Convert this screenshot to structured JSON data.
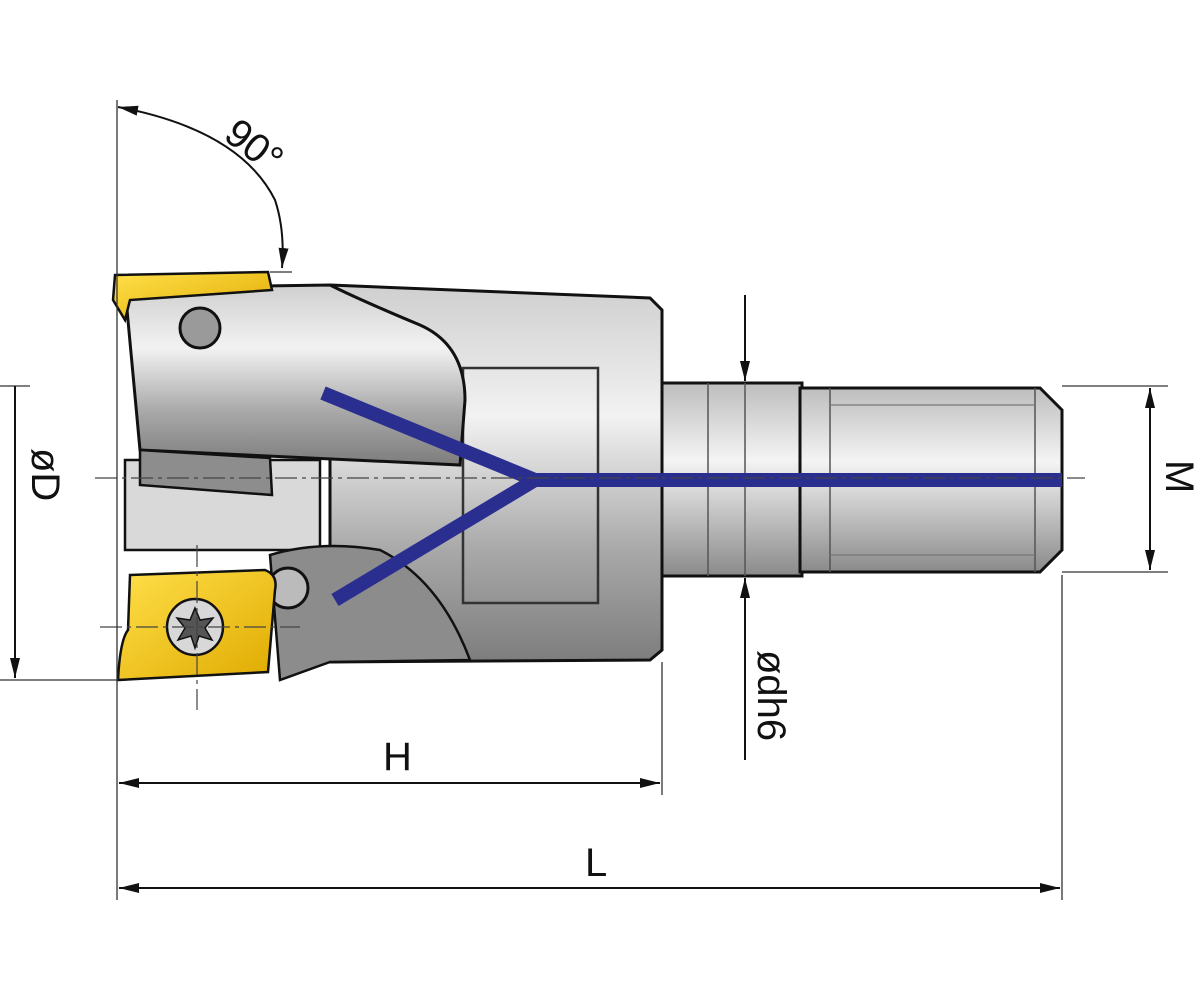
{
  "diagram": {
    "labels": {
      "angle": "90°",
      "diameter": "øD",
      "height": "H",
      "length": "L",
      "shank_diameter": "ødh6",
      "thread": "M"
    },
    "colors": {
      "insert": "#f5c400",
      "coolant": "#2a2f8f",
      "body": "#9a9a9a",
      "line": "#111111"
    }
  }
}
